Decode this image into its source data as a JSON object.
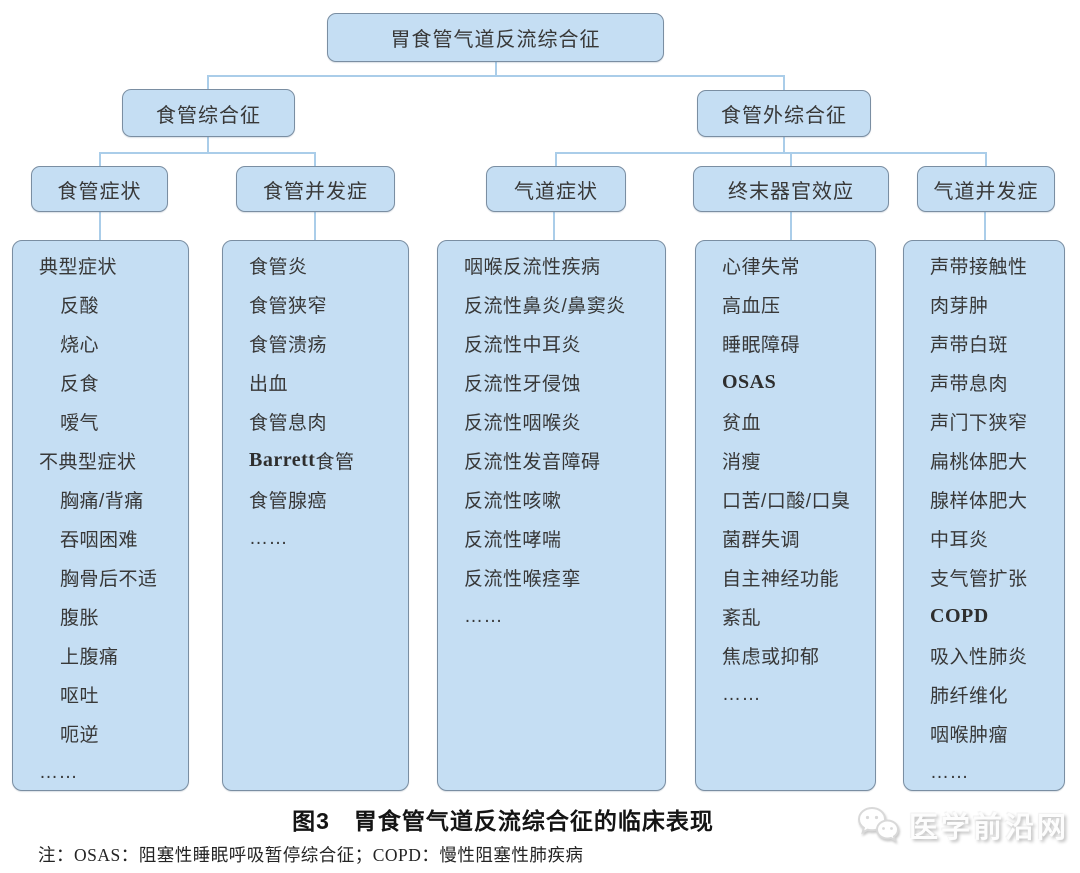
{
  "diagram": {
    "root": "胃食管气道反流综合征",
    "branches": [
      {
        "label": "食管综合征"
      },
      {
        "label": "食管外综合征"
      }
    ]
  },
  "columns": [
    {
      "header": "食管症状",
      "items": [
        {
          "text": "典型症状",
          "indent": 0
        },
        {
          "text": "反酸",
          "indent": 1
        },
        {
          "text": "烧心",
          "indent": 1
        },
        {
          "text": "反食",
          "indent": 1
        },
        {
          "text": "嗳气",
          "indent": 1
        },
        {
          "text": "不典型症状",
          "indent": 0
        },
        {
          "text": "胸痛/背痛",
          "indent": 1
        },
        {
          "text": "吞咽困难",
          "indent": 1
        },
        {
          "text": "胸骨后不适",
          "indent": 1
        },
        {
          "text": "腹胀",
          "indent": 1
        },
        {
          "text": "上腹痛",
          "indent": 1
        },
        {
          "text": "呕吐",
          "indent": 1
        },
        {
          "text": "呃逆",
          "indent": 1
        },
        {
          "text": "……",
          "indent": 0
        }
      ]
    },
    {
      "header": "食管并发症",
      "items": [
        {
          "text": "食管炎",
          "indent": 0
        },
        {
          "text": "食管狭窄",
          "indent": 0
        },
        {
          "text": "食管溃疡",
          "indent": 0
        },
        {
          "text": "出血",
          "indent": 0
        },
        {
          "text": "食管息肉",
          "indent": 0
        },
        {
          "prefix": "Barrett",
          "text": "食管",
          "indent": 0
        },
        {
          "text": "食管腺癌",
          "indent": 0
        },
        {
          "text": "……",
          "indent": 0
        }
      ]
    },
    {
      "header": "气道症状",
      "items": [
        {
          "text": "咽喉反流性疾病",
          "indent": 0
        },
        {
          "text": "反流性鼻炎/鼻窦炎",
          "indent": 0
        },
        {
          "text": "反流性中耳炎",
          "indent": 0
        },
        {
          "text": "反流性牙侵蚀",
          "indent": 0
        },
        {
          "text": "反流性咽喉炎",
          "indent": 0
        },
        {
          "text": "反流性发音障碍",
          "indent": 0
        },
        {
          "text": "反流性咳嗽",
          "indent": 0
        },
        {
          "text": "反流性哮喘",
          "indent": 0
        },
        {
          "text": "反流性喉痉挛",
          "indent": 0
        },
        {
          "text": "……",
          "indent": 0
        }
      ]
    },
    {
      "header": "终末器官效应",
      "items": [
        {
          "text": "心律失常",
          "indent": 0
        },
        {
          "text": "高血压",
          "indent": 0
        },
        {
          "text": "睡眠障碍",
          "indent": 0
        },
        {
          "prefix": "OSAS",
          "text": "",
          "indent": 0
        },
        {
          "text": "贫血",
          "indent": 0
        },
        {
          "text": "消瘦",
          "indent": 0
        },
        {
          "text": "口苦/口酸/口臭",
          "indent": 0
        },
        {
          "text": "菌群失调",
          "indent": 0
        },
        {
          "text": "自主神经功能",
          "indent": 0
        },
        {
          "text": "紊乱",
          "indent": 0
        },
        {
          "text": "焦虑或抑郁",
          "indent": 0
        },
        {
          "text": "……",
          "indent": 0
        }
      ]
    },
    {
      "header": "气道并发症",
      "items": [
        {
          "text": "声带接触性",
          "indent": 0
        },
        {
          "text": "肉芽肿",
          "indent": 0
        },
        {
          "text": "声带白斑",
          "indent": 0
        },
        {
          "text": "声带息肉",
          "indent": 0
        },
        {
          "text": "声门下狭窄",
          "indent": 0
        },
        {
          "text": "扁桃体肥大",
          "indent": 0
        },
        {
          "text": "腺样体肥大",
          "indent": 0
        },
        {
          "text": "中耳炎",
          "indent": 0
        },
        {
          "text": "支气管扩张",
          "indent": 0
        },
        {
          "prefix": "COPD",
          "text": "",
          "indent": 0
        },
        {
          "text": "吸入性肺炎",
          "indent": 0
        },
        {
          "text": "肺纤维化",
          "indent": 0
        },
        {
          "text": "咽喉肿瘤",
          "indent": 0
        },
        {
          "text": "……",
          "indent": 0
        }
      ]
    }
  ],
  "caption": {
    "figure_label": "图3",
    "title": "胃食管气道反流综合征的临床表现"
  },
  "footnote": "注：OSAS：阻塞性睡眠呼吸暂停综合征；COPD：慢性阻塞性肺疾病",
  "watermark": {
    "icon": "wechat-bubbles-icon",
    "text": "医学前沿网"
  },
  "colors": {
    "box_fill": "#c5def3",
    "box_border": "#7a8ea2",
    "connector": "#aacde9",
    "text": "#383838"
  }
}
